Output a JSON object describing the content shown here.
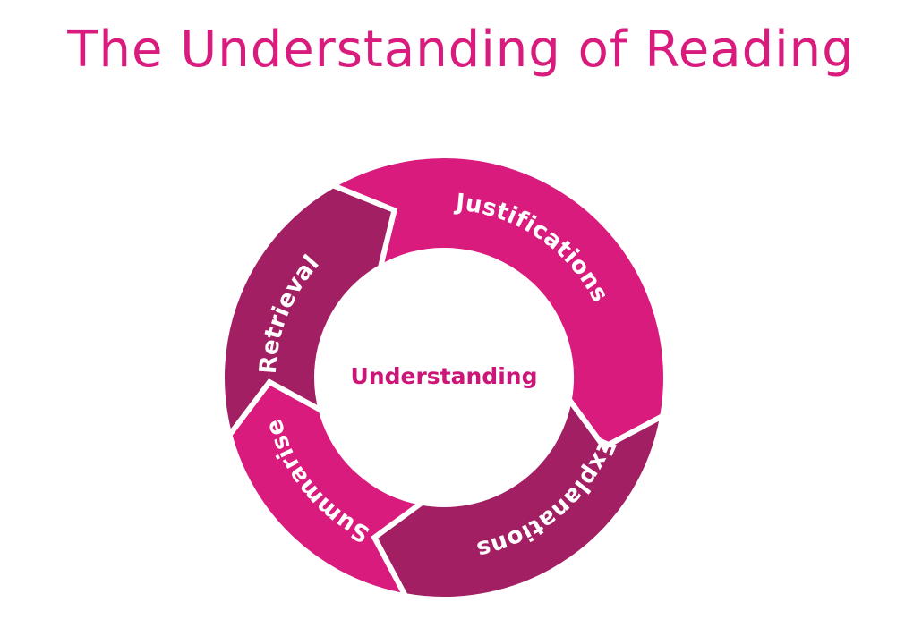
{
  "title": "The Understanding of Reading",
  "center_label": "Understanding",
  "colors": {
    "title": "#d81b7d",
    "center_text": "#cc1677",
    "segment_dark": "#a31f63",
    "segment_bright": "#d81b7d",
    "gap": "#ffffff"
  },
  "segments": [
    {
      "label": "Retrieval",
      "color": "#a31f63"
    },
    {
      "label": "Justifications",
      "color": "#d81b7d"
    },
    {
      "label": "Explanations",
      "color": "#a31f63"
    },
    {
      "label": "Summarise",
      "color": "#d81b7d"
    }
  ]
}
